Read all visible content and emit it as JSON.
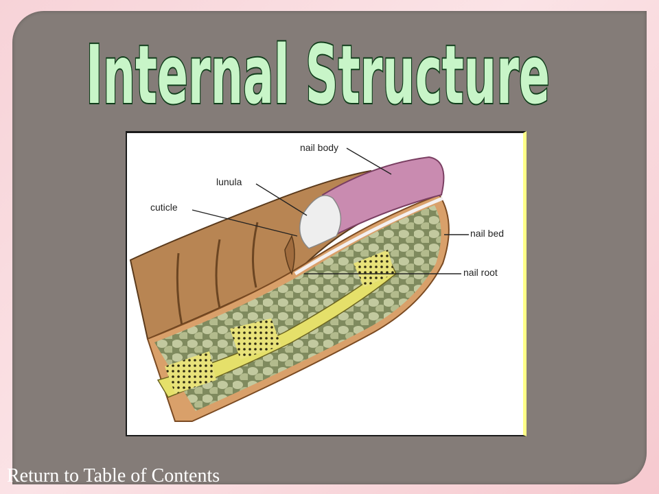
{
  "slide": {
    "title": "Internal Structure"
  },
  "figure": {
    "labels": {
      "nail_body": "nail body",
      "lunula": "lunula",
      "cuticle": "cuticle",
      "nail_bed": "nail bed",
      "nail_root": "nail root"
    }
  },
  "footer": {
    "return_link": "Return to Table of Contents"
  },
  "colors": {
    "panel": "#847c78",
    "title_fill": "#c8f5c8",
    "title_stroke": "#0f3d1a",
    "skin": "#b88553",
    "nail": "#c98bb0",
    "lunula": "#eeeeee",
    "tissue": "#b7bf93",
    "bone": "#e5e06a",
    "link": "#ffffff"
  }
}
